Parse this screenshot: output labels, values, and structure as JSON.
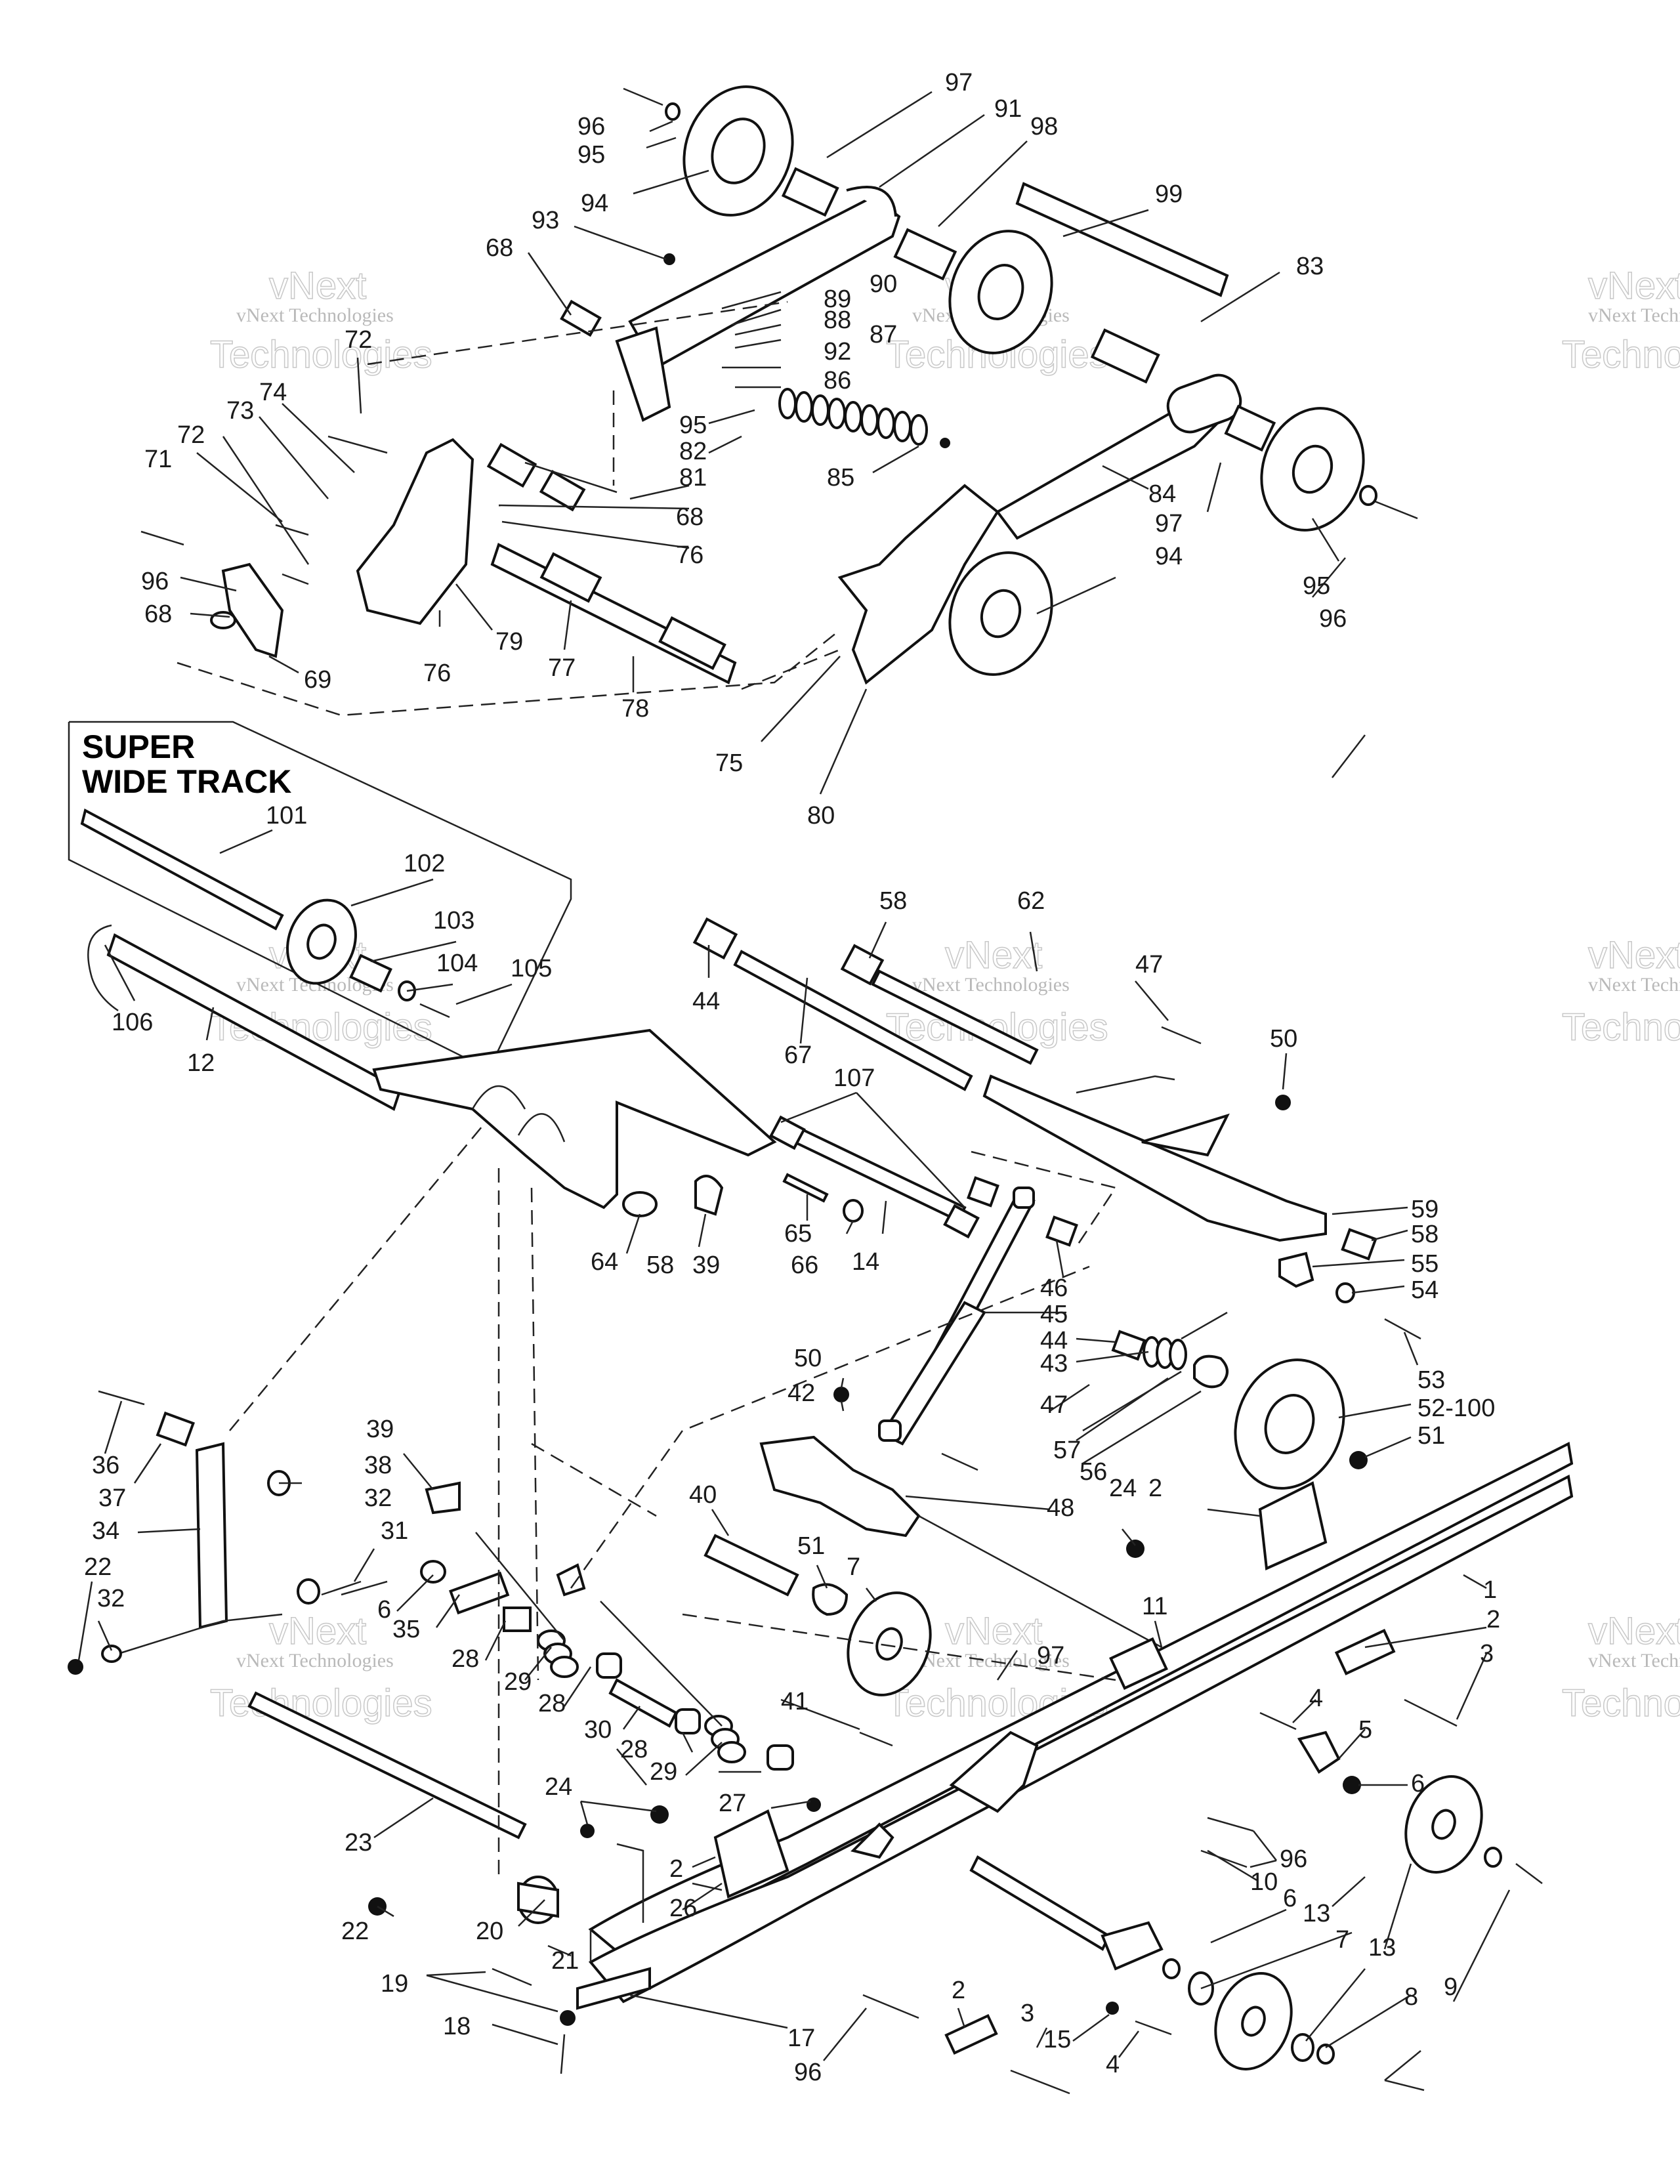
{
  "inset_title": [
    "SUPER",
    "WIDE TRACK"
  ],
  "watermark": [
    "vNext",
    "Technologies",
    "vNext Technologies"
  ],
  "labels": [
    "97",
    "91",
    "98",
    "96",
    "95",
    "94",
    "99",
    "93",
    "83",
    "68",
    "89",
    "90",
    "88",
    "87",
    "92",
    "86",
    "72",
    "74",
    "73",
    "95",
    "82",
    "81",
    "85",
    "71",
    "72",
    "68",
    "84",
    "76",
    "97",
    "96",
    "68",
    "76",
    "94",
    "79",
    "76",
    "77",
    "95",
    "69",
    "96",
    "78",
    "75",
    "80",
    "101",
    "102",
    "103",
    "104",
    "105",
    "106",
    "12",
    "58",
    "62",
    "47",
    "44",
    "67",
    "50",
    "107",
    "59",
    "58",
    "64",
    "58",
    "39",
    "65",
    "66",
    "14",
    "55",
    "46",
    "54",
    "45",
    "44",
    "53",
    "43",
    "50",
    "52-100",
    "42",
    "47",
    "51",
    "57",
    "56",
    "36",
    "37",
    "38",
    "39",
    "40",
    "48",
    "34",
    "32",
    "31",
    "24",
    "2",
    "51",
    "7",
    "22",
    "6",
    "35",
    "32",
    "28",
    "29",
    "11",
    "1",
    "97",
    "2",
    "28",
    "4",
    "3",
    "30",
    "5",
    "41",
    "28",
    "29",
    "6",
    "28",
    "27",
    "24",
    "23",
    "96",
    "2",
    "10",
    "26",
    "22",
    "20",
    "6",
    "13",
    "7",
    "21",
    "13",
    "19",
    "8",
    "9",
    "2",
    "18",
    "3",
    "15",
    "4",
    "17",
    "96"
  ]
}
